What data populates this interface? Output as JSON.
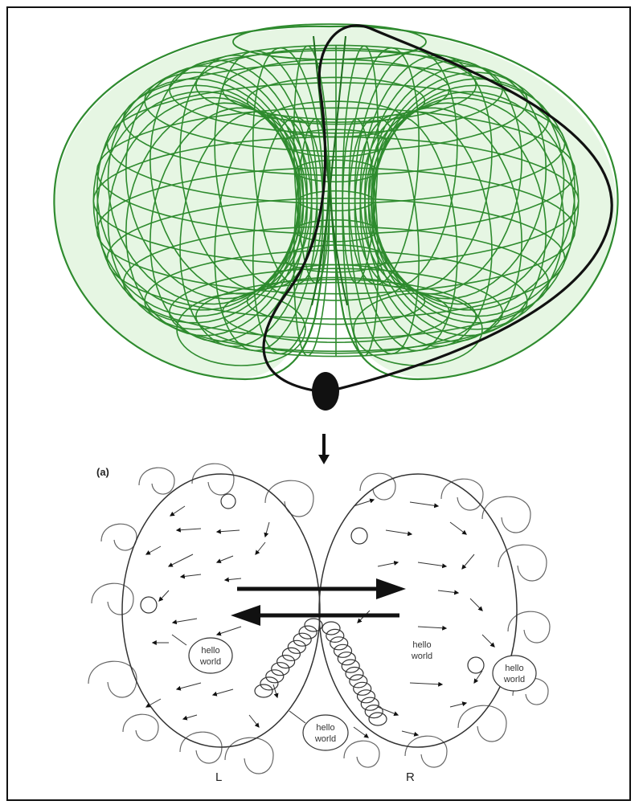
{
  "panel_label": "(a)",
  "hemisphere_labels": {
    "left": "L",
    "right": "R"
  },
  "bubble_notes": [
    {
      "line1": "hello",
      "line2": "world"
    },
    {
      "line1": "hello",
      "line2": "world"
    },
    {
      "line1": "hello",
      "line2": "world"
    },
    {
      "line1": "hello",
      "line2": "world"
    }
  ],
  "colors": {
    "mesh": "#2e8b2e",
    "mesh_fill": "#d6f0d2",
    "ink": "#111111"
  }
}
